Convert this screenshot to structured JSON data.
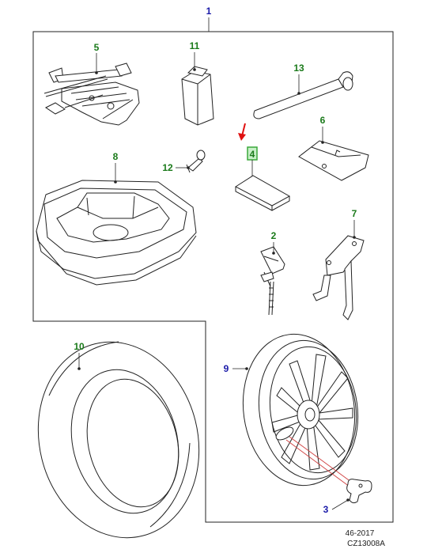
{
  "callouts": {
    "c1": "1",
    "c2": "2",
    "c3": "3",
    "c4": "4",
    "c5": "5",
    "c6": "6",
    "c7": "7",
    "c8": "8",
    "c9": "9",
    "c10": "10",
    "c11": "11",
    "c12": "12",
    "c13": "13"
  },
  "footer": {
    "line1": "46-2017",
    "line2": "CZ13008A"
  },
  "colors": {
    "callout_green": "#1a7a1a",
    "callout_blue": "#1a1aa8",
    "highlight_arrow": "#e01010",
    "highlight_box": "#3aa83a"
  }
}
